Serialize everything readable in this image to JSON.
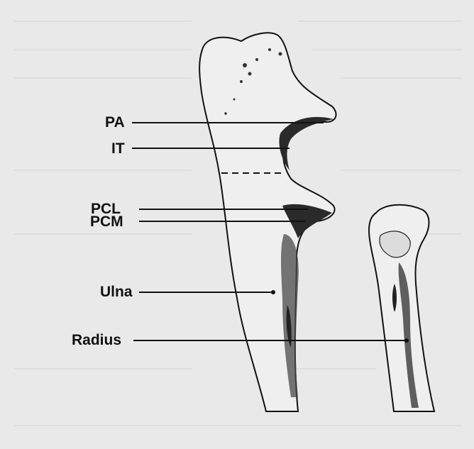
{
  "figure": {
    "labels": {
      "pa": "PA",
      "it": "IT",
      "pcl": "PCL",
      "pcm": "PCM",
      "ulna": "Ulna",
      "radius": "Radius"
    },
    "colors": {
      "background": "#e9e9e9",
      "ink": "#111111",
      "shade": "#3a3a3a"
    }
  }
}
